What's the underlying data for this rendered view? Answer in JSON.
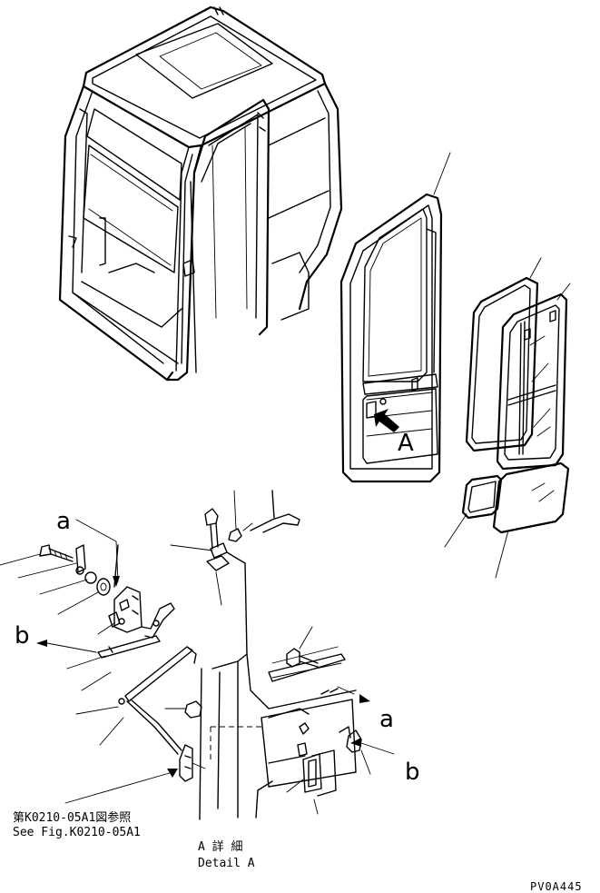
{
  "diagram": {
    "callouts": {
      "a_top": "a",
      "b_left": "b",
      "a_right": "a",
      "b_right": "b",
      "view_a": "A"
    },
    "reference": {
      "line_jp": "第K0210-05A1図参照",
      "line_en": "See Fig.K0210-05A1"
    },
    "detail": {
      "line_jp": "A 詳 細",
      "line_en": "Detail A"
    },
    "drawing_code": "PV0A445"
  }
}
